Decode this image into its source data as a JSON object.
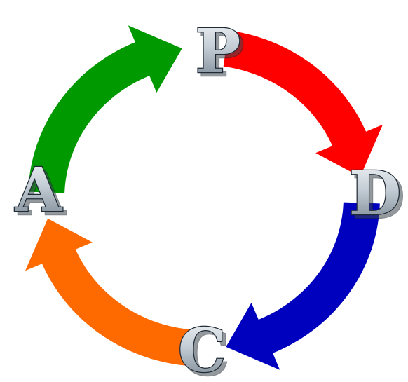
{
  "diagram": {
    "stages": [
      {
        "letter": "P",
        "arrow_color": "#ff0000"
      },
      {
        "letter": "D",
        "arrow_color": "#0000bf"
      },
      {
        "letter": "C",
        "arrow_color": "#ff6a00"
      },
      {
        "letter": "A",
        "arrow_color": "#009900"
      }
    ],
    "letter_fill_top": "#f4f6f8",
    "letter_fill_bottom": "#6f7d8a",
    "letter_shadow": "#3d4650"
  }
}
